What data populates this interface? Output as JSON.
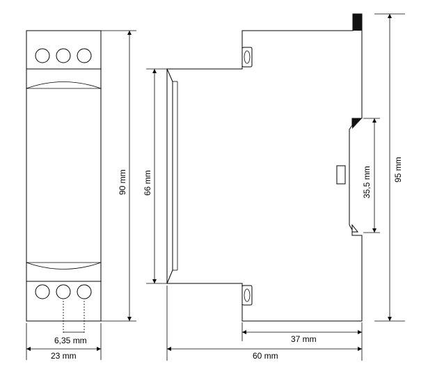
{
  "dimensions": {
    "terminal_pitch": "6,35 mm",
    "front_width": "23 mm",
    "front_height": "90 mm",
    "side_inner_height": "66 mm",
    "total_height": "95 mm",
    "rail_height": "35,5 mm",
    "rail_depth": "37 mm",
    "total_depth": "60 mm"
  },
  "colors": {
    "stroke": "#000000",
    "background": "#ffffff",
    "clip": "#111111"
  }
}
